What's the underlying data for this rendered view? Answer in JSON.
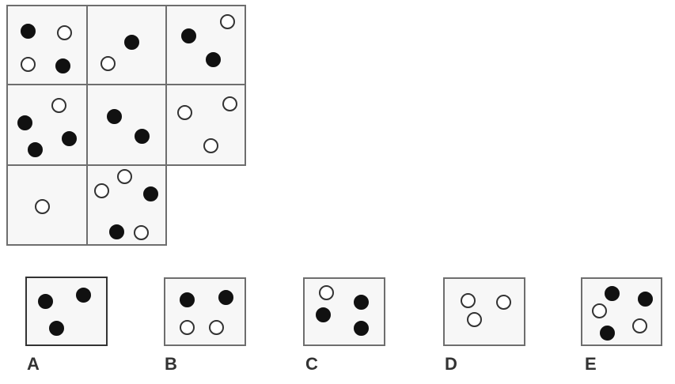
{
  "matrix": {
    "rows": [
      [
        {
          "dots": [
            [
              "black",
              0
            ],
            [
              "white",
              0
            ],
            [
              "white",
              0
            ],
            [
              "black",
              0
            ]
          ]
        },
        {
          "dots": [
            [
              "black",
              0
            ],
            [
              "white",
              0
            ]
          ]
        },
        {
          "dots": [
            [
              "white",
              0
            ],
            [
              "black",
              0
            ],
            [
              "black",
              0
            ]
          ]
        }
      ],
      [
        {
          "dots": [
            [
              "white",
              0
            ],
            [
              "black",
              0
            ],
            [
              "black",
              0
            ],
            [
              "black",
              0
            ]
          ]
        },
        {
          "dots": [
            [
              "black",
              0
            ],
            [
              "black",
              0
            ]
          ]
        },
        {
          "dots": [
            [
              "white",
              0
            ],
            [
              "white",
              0
            ],
            [
              "white",
              0
            ]
          ]
        }
      ],
      [
        {
          "dots": [
            [
              "white",
              0
            ]
          ]
        },
        {
          "dots": [
            [
              "white",
              0
            ],
            [
              "white",
              0
            ],
            [
              "black",
              0
            ],
            [
              "black",
              0
            ],
            [
              "white",
              0
            ]
          ]
        }
      ]
    ]
  },
  "options": [
    {
      "label": "A",
      "dots": [
        "black",
        "black",
        "black"
      ]
    },
    {
      "label": "B",
      "dots": [
        "black",
        "black",
        "white",
        "white"
      ]
    },
    {
      "label": "C",
      "dots": [
        "white",
        "black",
        "black",
        "black"
      ]
    },
    {
      "label": "D",
      "dots": [
        "white",
        "white",
        "white"
      ]
    },
    {
      "label": "E",
      "dots": [
        "black",
        "black",
        "white",
        "white",
        "black"
      ]
    }
  ]
}
